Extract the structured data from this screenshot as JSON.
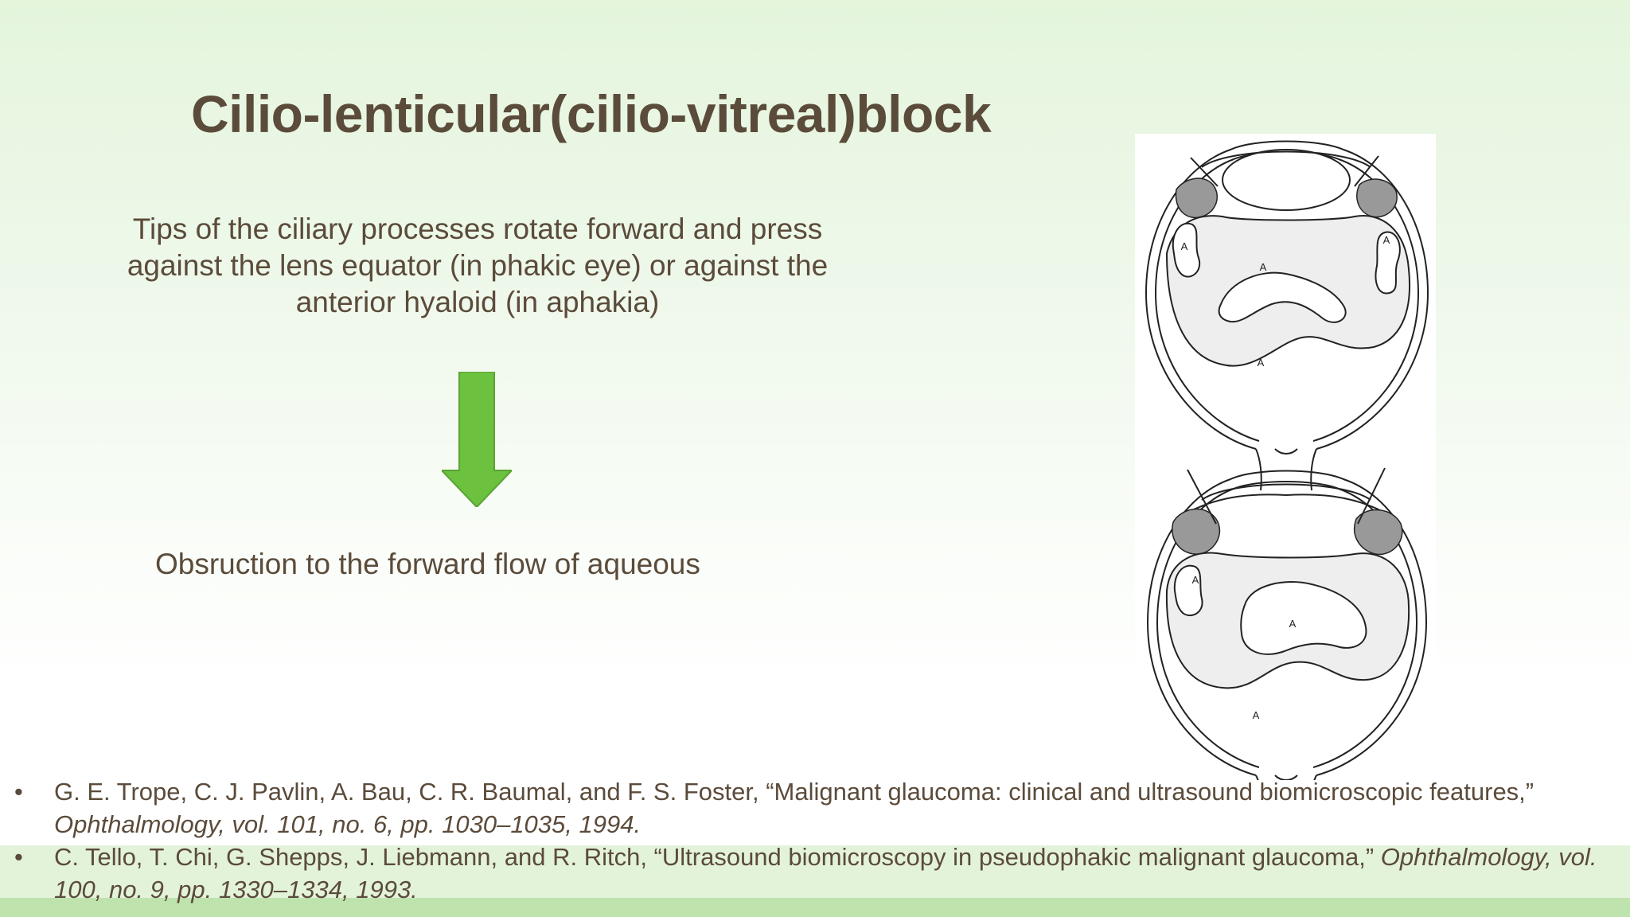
{
  "slide": {
    "title": "Cilio-lenticular(cilio-vitreal)block",
    "tips_lines": [
      "Tips  of the ciliary processes rotate forward and press",
      "against the lens equator (in phakic eye) or against the",
      "anterior hyaloid (in aphakia)"
    ],
    "obstruction_text": "Obsruction to the forward flow of aqueous",
    "figure_labels": [
      "A",
      "A",
      "A",
      "A",
      "A",
      "A",
      "A"
    ],
    "colors": {
      "title": "#5b4b3a",
      "text": "#5b4b3a",
      "arrow": "#6cc13e",
      "arrow_stroke": "#5aa334"
    }
  },
  "references": [
    {
      "bullet": "•",
      "plain": " G. E. Trope, C. J. Pavlin, A. Bau, C. R. Baumal, and F. S. Foster, “Malignant glaucoma: clinical and ultrasound biomicroscopic features,” ",
      "italic": "Ophthalmology, vol. 101, no. 6, pp. 1030–1035, 1994."
    },
    {
      "bullet": "•",
      "plain": " C. Tello, T. Chi, G. Shepps, J. Liebmann, and R. Ritch, “Ultrasound biomicroscopy in pseudophakic malignant glaucoma,” ",
      "italic": "Ophthalmology, vol. 100, no. 9, pp. 1330–1334, 1993."
    }
  ]
}
